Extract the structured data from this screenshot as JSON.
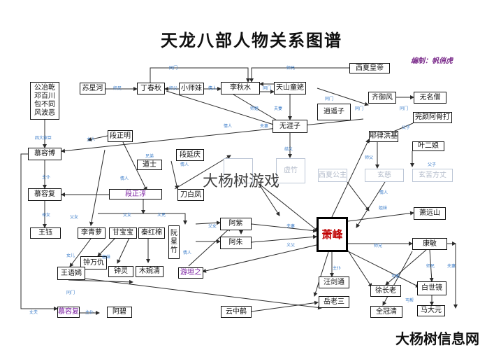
{
  "title": "天龙八部人物关系图谱",
  "credit": "编制：帆俏虎",
  "watermark": "大杨树游戏",
  "logo": "大杨树信息网",
  "colors": {
    "line": "#2b2b2b",
    "label": "#3a7cc9",
    "accent": "#c00000",
    "purple": "#7b1fa2"
  },
  "nodes": {
    "gongye": "公冶乾\n邓百川\n包不同\n风波恶",
    "xingyunan": "苏星河",
    "dingchunqiu": "丁春秋",
    "xiaoshimei": "小师妹",
    "liqiushui": "李秋水",
    "tianshan": "天山童姥",
    "xixiahuangdi": "西夏皇帝",
    "xiaoyaozi": "逍遥子",
    "wuyazi": "无涯子",
    "qinyufeng": "齐御风",
    "wumingseng": "无名僧",
    "wanyan": "完颜阿骨打",
    "yeluhongji": "耶律洪基",
    "yeerniang": "叶二娘",
    "murongbo": "慕容博",
    "duanzhengming": "段正明",
    "duanyanqing": "段延庆",
    "daoshi": "道士",
    "xuzhu_faded": "虚竹",
    "xixiagongzhu": "西夏公主",
    "xuanci": "玄慈",
    "xuanku": "玄苦方丈",
    "murongfu": "慕容复",
    "duanzhengchun": "段正淳",
    "daobaifeng": "刀白凤",
    "xiaoyuanshan": "萧远山",
    "wangyu": "王钰",
    "liqingluo": "李青萝",
    "ganbaobao": "甘宝宝",
    "qinhongmian": "秦红棉",
    "ruanxingzhu": "阮星竹",
    "azi": "阿紫",
    "azhu": "阿朱",
    "xiaofeng": "萧峰",
    "kangmin": "康敏",
    "zhongwanchou": "钟万仇",
    "zhongling": "钟灵",
    "munwanqing": "木婉清",
    "youtanzhi": "游坦之",
    "wangyuyan": "王语嫣",
    "wangjianjian": "汪剑通",
    "xuzhanglao": "徐长老",
    "baishijing": "白世镜",
    "murongjin": "慕容复",
    "abi": "阿碧",
    "yunzhonghe": "云中鹤",
    "yuelaosan": "岳老三",
    "quanguanqing": "全冠清",
    "madayuan": "马大元"
  },
  "edge_labels": [
    "师兄",
    "师父",
    "同门",
    "情人",
    "同门",
    "师兄",
    "师姐",
    "夫妻",
    "同门",
    "同门",
    "情人",
    "夫妻",
    "同门",
    "父子",
    "四大家臣",
    "主人",
    "兄弟",
    "情人",
    "情人",
    "主仆",
    "结义",
    "师父",
    "父子",
    "情人",
    "姐妹",
    "母女",
    "父女",
    "父女",
    "义兄",
    "父女",
    "夫妻",
    "义父",
    "情人",
    "女儿",
    "姐妹",
    "师兄",
    "师兄",
    "主仆",
    "夫妻",
    "丐帮",
    "丐帮",
    "同门",
    "主仆",
    "丈夫"
  ]
}
